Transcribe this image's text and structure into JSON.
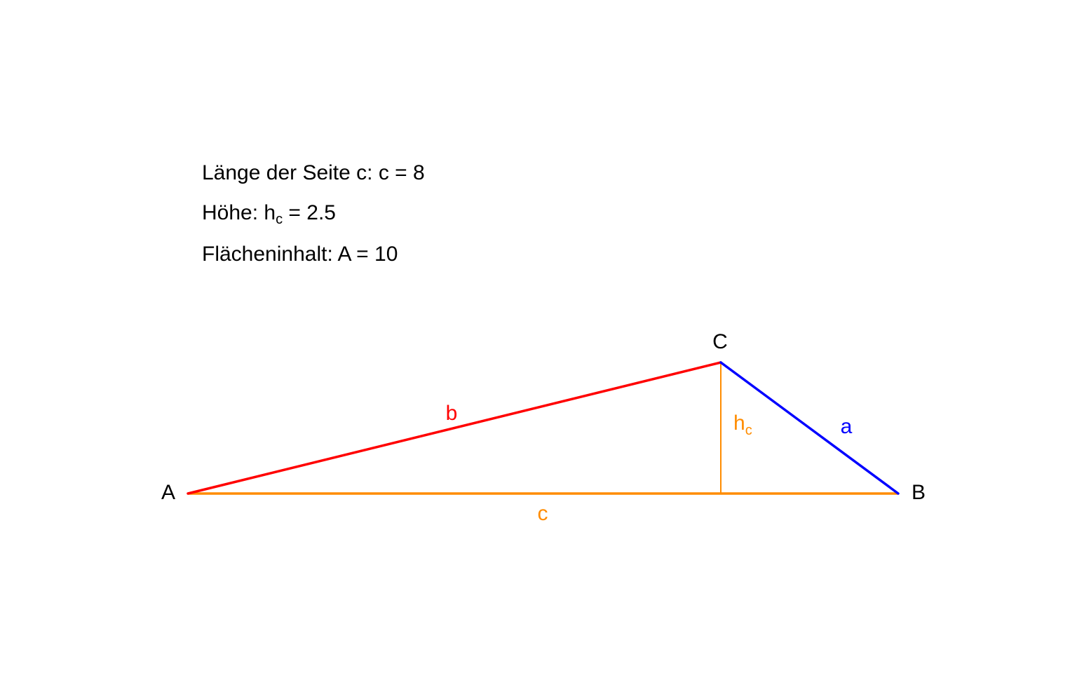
{
  "info": {
    "side_c_prefix": "Länge der Seite c: c = ",
    "side_c_value": "8",
    "height_prefix": "Höhe: h",
    "height_sub": "c",
    "height_eq": " = ",
    "height_value": "2.5",
    "area_prefix": "Flächeninhalt: A = ",
    "area_value": "10"
  },
  "vertices": {
    "A": "A",
    "B": "B",
    "C": "C"
  },
  "sides": {
    "a": "a",
    "b": "b",
    "c": "c"
  },
  "height_label": {
    "main": "h",
    "sub": "c"
  },
  "colors": {
    "side_a": "#0000ff",
    "side_b": "#ff0000",
    "side_c": "#ff8c00",
    "height": "#ff8c00",
    "text": "#000000"
  }
}
